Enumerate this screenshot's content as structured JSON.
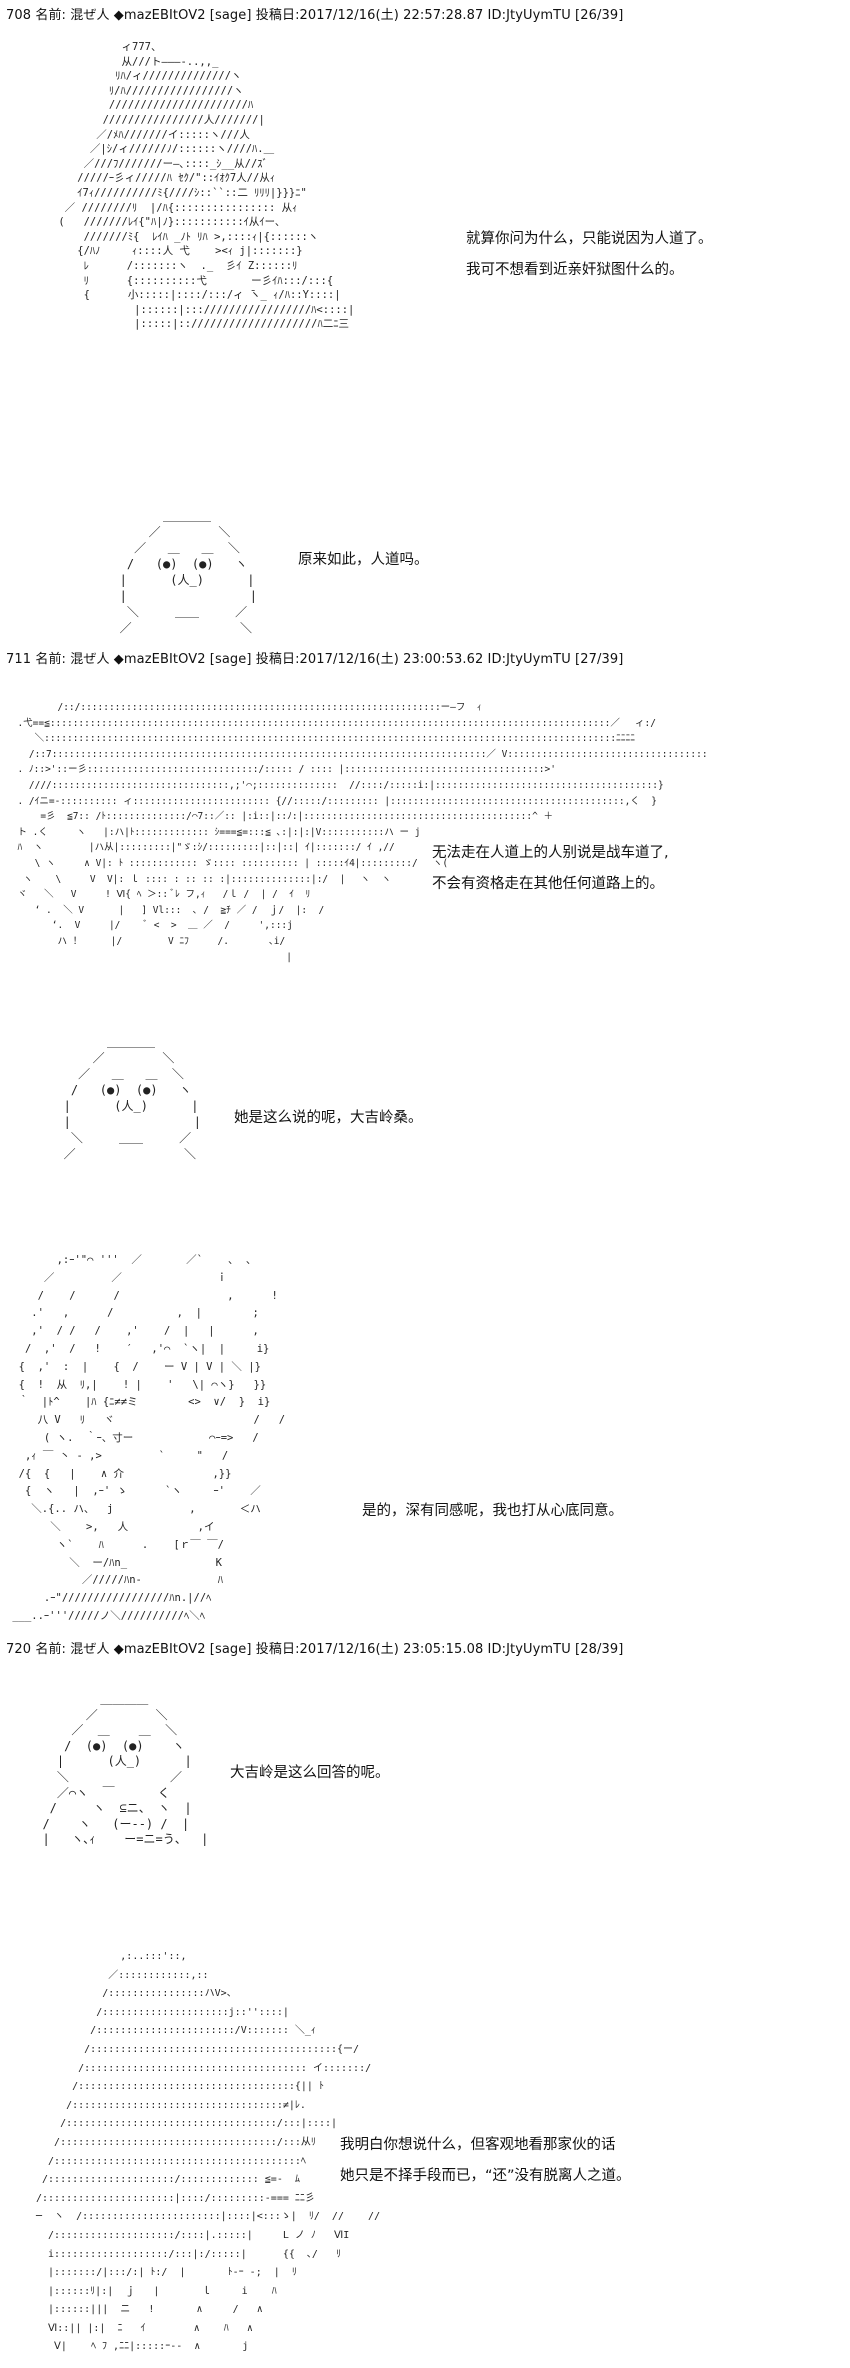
{
  "posts": [
    {
      "header": "708 名前: 混ぜ人 ◆mazEBItOV2 [sage] 投稿日:2017/12/16(土) 22:57:28.87 ID:JtyUymTU [26/39]",
      "dialogues": [
        [
          "就算你问为什么，只能说因为人道了。",
          "我可不想看到近亲奸狱图什么的。"
        ],
        [
          "原来如此，人道吗。"
        ]
      ]
    },
    {
      "header": "711 名前: 混ぜ人 ◆mazEBItOV2 [sage] 投稿日:2017/12/16(土) 23:00:53.62 ID:JtyUymTU [27/39]",
      "dialogues": [
        [
          "无法走在人道上的人别说是战车道了,",
          "不会有资格走在其他任何道路上的。"
        ],
        [
          "她是这么说的呢，大吉岭桑。"
        ],
        [
          "是的，深有同感呢，我也打从心底同意。"
        ]
      ]
    },
    {
      "header": "720 名前: 混ぜ人 ◆mazEBItOV2 [sage] 投稿日:2017/12/16(土) 23:05:15.08 ID:JtyUymTU [28/39]",
      "dialogues": [
        [
          "大吉岭是这么回答的呢。"
        ],
        [
          "我明白你想说什么，但客观地看那家伙的话",
          "她只是不择手段而已，“还”没有脱离人之道。"
        ]
      ]
    }
  ],
  "ascii_art": {
    "hat_figure": "           ィ777、\n           从///ト―――-..,,_\n          ﾘﾊ/ィ//////////////ヽ\n         ﾘ/ﾊ/////////////////ヽ\n         //////////////////////ﾊ\n        ////////////////人///////|\n       ／/ﾒﾊ///////イ:::::ヽ///人\n      ／|ｼ/ィ//////ﾉ/::::::ヽ////ﾊ.＿\n     ／///ﾌ///////ー―､::::_ｼ__从//ｽﾞ\n    /////ｰ彡ィ/////ﾊ ｾｸ/\"::ｲｵｸ7人//从ｨ\n    ｲ7ｨ//////////ﾐ{////ｼ::``::二 ﾘﾘﾘ|}}}ﾆ\"\n  ／ ////////ﾘ  |/ﾊ{:::::::::::::::: 从ｨ\n (   ///////ﾚｲ{\"ﾊ|ﾉ}:::::::::::ｲ从ｲー､\n     ///////ﾐ{  ﾚｲﾊ _ﾉﾄ ﾘﾊ >,::::ｨ|{::::::ヽ\n    {/ﾊﾉ     ｨ::::人 弋    ><ｨ j|:::::::}\n     ﾚ      /:::::::ヽ  ._  彡ｲ Z::::::ﾘ\n     ﾘ      {::::::::::弋       ー彡ｲﾊ:::/:::{\n     {      小:::::|::::/:::/ィ ̄ヽ_ ｨ/ﾊ::Y::::|\n             |::::::|::://///////////////ﾊ<::::|\n             |:::::|::////////////////////ﾊ二ﾆ三",
    "manju_1": "         ＿＿＿＿\n       ／        ＼\n     ／   ＿   ＿  ＼\n    /   (●)  (●)   ヽ\n   |      (人_)      |\n   |                 |\n    ＼     ＿＿     ／\n   ／               ＼",
    "tank_girl": "         /::/:::::::::::::::::::::::::::::::::::::::::::::::::::::::::::::::ー―フ  ｨ\n  .弋==≦::::::::::::::::::::::::::::::::::::::::::::::::::::::::::::::::::::::::::::::::::::::::::::::::::／ 　ィ:/\n     ＼::::::::::::::::::::::::::::::::::::::::::::::::::::::::::::::::::::::::::::::::::::::::::::::::::::ﾆﾆﾆﾆ\n    /::7::::::::::::::::::::::::::::::::::::::::::::::::::::::::::::::::::::::::::::／ V:::::::::::::::::::::::::::::::::::\n  . ﾉ::>'::ー彡::::::::::::::::::::::::::::::/::::: / :::: |:::::::::::::::::::::::::::::::::::>'\n    ////:::::::::::::::::::::::::::::::,;'⌒;::::::::::::::  //::::/:::::i:|:::::::::::::::::::::::::::::::::::::::}\n  . /ｲニ=-:::::::::: ィ:::::::::::::::::::::::: {//:::::/::::::::: |:::::::::::::::::::::::::::::::::::::::::,く  }\n      =彡  ≦7:: /ﾄ::::::::::::::/⌒7::／:: |:i::|::ﾉ:|::::::::::::::::::::::::::::::::::::::::^ ＋\n  ト .く     ヽ   |:ハ|ﾄ::::::::::::: ｼ===≦=:::≦ ､:|:|:|V:::::::::::ハ ー j\n  ﾊ  ヽ        |ハ从|:::::::::|\"ゞ:ｼ/:::::::::|::|::| ｲ|:::::::/ ｲ ,//\n     \\ ヽ     ∧ V|: ﾄ :::::::::::: ゞ:::: :::::::::: | :::::ｲ4|:::::::::/ 　ヽ(\n   ヽ    \\     V  V|: ｌ :::: : :: :: :|::::::::::::::|:/  | 　ヽ  ヽ\n  ヾ   ＼   V     ! Ⅵ{ ﾍ ＞:: ﾞﾚ フ,ｨ   /ｌ /  | /  ｲ  ﾘ\n     ‘ .  ＼ V      |   ] Vl:::  ､ /  ≧ﾁ ／ /  ｊ/  |:  /\n        ‘.  V     |/    ﾞ <  >  ＿ ／  /     ',:::j\n         ハ ！     |/        V ﾆﾌ     /.       ､i/\n                                                 |",
    "manju_2": "         ＿＿＿＿\n       ／        ＼\n     ／   ＿   ＿  ＼\n    /   (●)  (●)   ヽ\n   |      (人_)      |\n   |                 |\n    ＼     ＿＿     ／\n   ／               ＼",
    "darjeeling": "        ,:ｰ'\"⌒ '''  ／       ／`    ､  ､\n      ／         ／               ｉ\n     /    /      /                 ,      !\n    .'   ,      /          ,  |        ;\n    ,'  / /   /    ,'    /  |   |      ,\n   /  ,'  /   !    ′   ,'⌒  `ヽ|  |     i}\n  {  ,'  :  |    {  /    ー V | V | ＼ |}\n  {  !  从  ﾘ,|    ! |    '   \\| ⌒ヽ}   }}\n  ｀  |ﾄ^    |ﾊ {ﾆ≠≠ミ        <>  ∨/  }  i}\n     八 V   ﾘ   ヾ                      /   /\n      ( ヽ.  ｀ｰ、寸ー            ⌒ｰ=>   /\n   ,ｨ ￣ 丶 - ,>         `     \"   /\n  /{  {   |    ∧ 介              ,}}\n   {  ヽ   |  ,ｰ' ゝ      `ヽ     ｰ'    ／\n    ＼.{.. ハ、  j            ,       ＜ハ\n       ＼    >,   人           ,イ\n        ヽ`    ﾊ      .    [ｒ￣ ￣/\n          ＼  ー/ﾊn_              K\n            ／/////ﾊn-            ﾊ\n      .ｰ\"/////////////////ﾊn.|//ﾍ\n ___..ｰ'''/////ノ＼//////////ﾍ＼ﾍ",
    "manju_3": "          ＿＿＿＿\n        ／        ＼\n      ／  ＿    ＿  ＼\n     /  (●)  (●)    ヽ\n    |      (人_)      |\n    ＼              ／\n    ／⌒ヽ  ￣      く\n   /     ヽ  ⊆ニ、 ヽ  |\n  /    ヽ   (ー‐-) /  |\n  |   ヽ､ｨ    ー=ニ=う、  |",
    "kay_figure": "              ,:..:::'::,\n            ／::::::::::::,::\n           /::::::::::::::::ハV>、\n          /:::::::::::::::::::::j::''::::|\n         /:::::::::::::::::::::::/V::::::: ＼_ｨ\n        /:::::::::::::::::::::::::::::::::::::::::{ー/\n       /::::::::::::::::::::::::::::::::::::: イ:::::::/\n      /::::::::::::::::::::::::::::::::::::{|| ﾄ\n     /:::::::::::::::::::::::::::::::::::≠|ﾚ.\n    /:::::::::::::::::::::::::::::::::::/:::|::::|\n   /::::::::::::::::::::::::::::::::::::/:::从ﾘ\n  /:::::::::::::::::::::::::::::::::::::::::ﾍ\n /:::::::::::::::::::::/::::::::::::: ≦=-  ﾑ\n/::::::::::::::::::::::|::::/:::::::::-=== ﾆﾆ彡\n─  ヽ  /:::::::::::::::::::::::|::::|<:::ゝ|  ﾘ/  //    //\n  /::::::::::::::::::::/::::|.:::::|     L ノ ﾉ   ⅥI\n  i:::::::::::::::::::/:::|:/:::::|      {{  ､/   ﾘ\n  |:::::::/|:::/:| ﾄ:/  |       ﾄ-ｰ ‐;  |  ﾘ\n  |::::::ﾘ|:|  ｊ   |       ｌ     i    ﾊ\n  |::::::|||  ニ   !       ∧     /   ∧\n  Ⅵ::|| |:|  ﾆ   ｲ        ∧    ﾊ   ∧\n   Ⅴ|    ﾍ ﾌ ,ﾆﾆ|:::::ｰ--  ∧       j"
  }
}
